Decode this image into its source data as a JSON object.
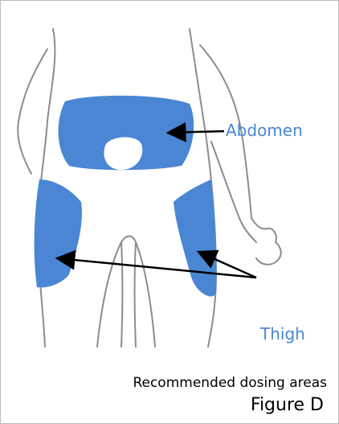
{
  "labels": {
    "abdomen": "Abdomen",
    "thigh": "Thigh"
  },
  "caption": {
    "text": "Recommended dosing areas",
    "figure": "Figure D"
  },
  "colors": {
    "region_fill": "#4a86d4",
    "outline": "#8c8c8c",
    "arrow": "#000000"
  }
}
